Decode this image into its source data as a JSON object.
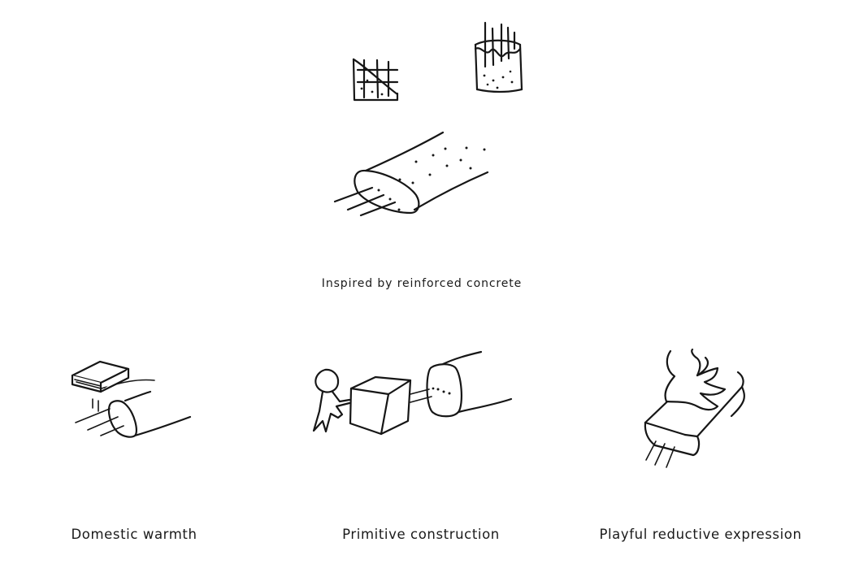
{
  "main_caption": "Inspired by reinforced concrete",
  "concepts": [
    {
      "label": "Domestic warmth"
    },
    {
      "label": "Primitive construction"
    },
    {
      "label": "Playful reductive expression"
    }
  ]
}
